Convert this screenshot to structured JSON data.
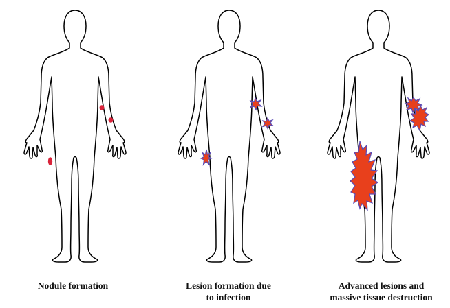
{
  "panels": [
    {
      "id": "nodule",
      "caption_lines": [
        "Nodule formation"
      ]
    },
    {
      "id": "lesion",
      "caption_lines": [
        "Lesion formation due",
        "to infection"
      ]
    },
    {
      "id": "advanced",
      "caption_lines": [
        "Advanced lesions and",
        "massive tissue destruction"
      ]
    }
  ],
  "colors": {
    "outline": "#000000",
    "lesion_fill": "#e8401c",
    "lesion_border": "#5a4bb5",
    "nodule_fill": "#d9233a"
  }
}
